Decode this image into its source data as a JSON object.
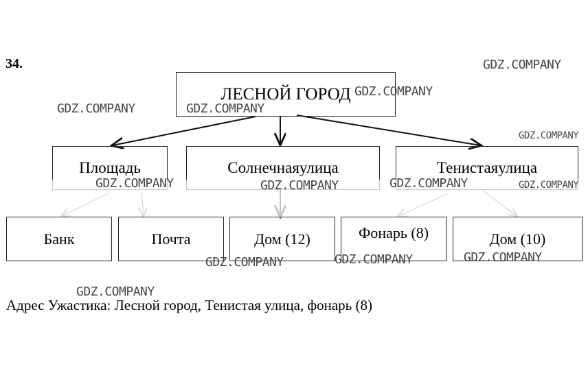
{
  "task_number": "34.",
  "root": "ЛЕСНОЙ ГОРОД",
  "level1": [
    "Площадь",
    "Солнечнаяулица",
    "Тенистаяулица"
  ],
  "level2": [
    "Банк",
    "Почта",
    "Дом (12)",
    "Фонарь (8)",
    "Дом (10)"
  ],
  "caption": "Адрес Ужастика: Лесной город, Тенистая улица, фонарь (8)",
  "watermark": "GDZ.COMPANY"
}
